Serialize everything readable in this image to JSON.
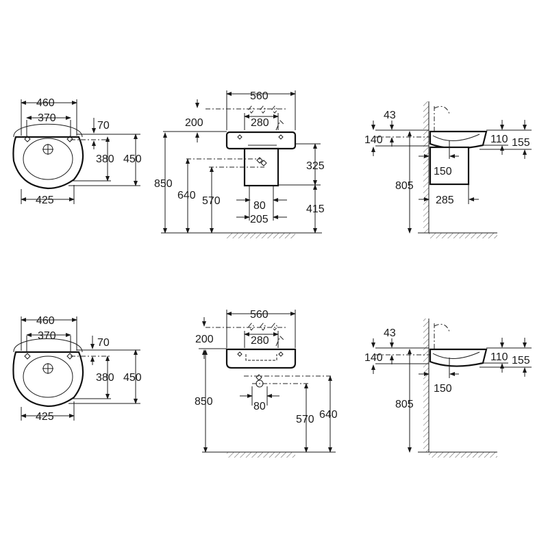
{
  "views": {
    "top_plan": {
      "w460": "460",
      "w370": "370",
      "w425": "425",
      "d70": "70",
      "d380": "380",
      "d450": "450"
    },
    "top_front": {
      "w560": "560",
      "w280": "280",
      "h200": "200",
      "h850": "850",
      "h640": "640",
      "h570": "570",
      "h325": "325",
      "h415": "415",
      "w80": "80",
      "w205": "205"
    },
    "top_side": {
      "d43": "43",
      "d140": "140",
      "d110": "110",
      "d155": "155",
      "d150": "150",
      "h805": "805",
      "d285": "285"
    },
    "bot_plan": {
      "w460": "460",
      "w370": "370",
      "w425": "425",
      "d70": "70",
      "d380": "380",
      "d450": "450"
    },
    "bot_front": {
      "w560": "560",
      "w280": "280",
      "h200": "200",
      "h850": "850",
      "w80": "80",
      "h570": "570",
      "h640": "640"
    },
    "bot_side": {
      "d43": "43",
      "d140": "140",
      "d110": "110",
      "d155": "155",
      "d150": "150",
      "h805": "805"
    }
  },
  "icons": [
    "arrow-head",
    "tap-hole-icon",
    "waste-hole-icon",
    "faucet-icon",
    "floor-hatch",
    "wall-hatch"
  ]
}
